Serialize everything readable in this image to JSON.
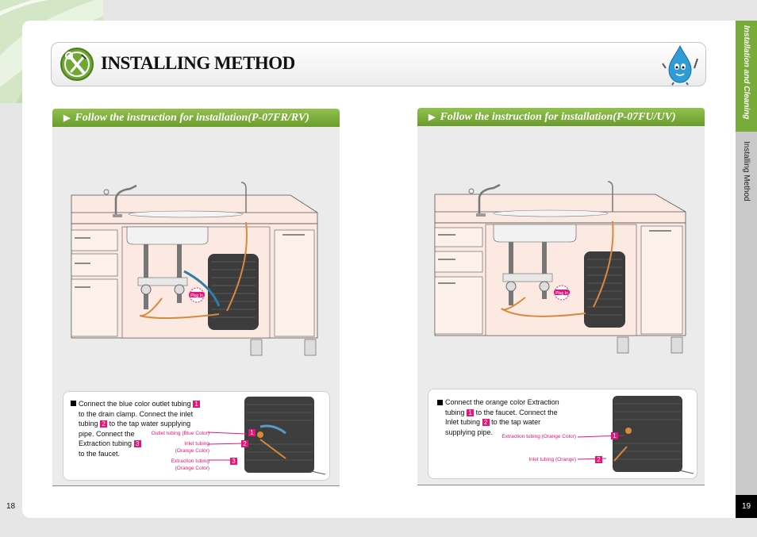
{
  "page_title": "INSTALLING METHOD",
  "side_tab": {
    "section": "Installation and Cleaning",
    "subsection": "Installing Method"
  },
  "page_numbers": {
    "left": "18",
    "right": "19"
  },
  "colors": {
    "accent_green": "#79ab3a",
    "marker_pink": "#e5157c",
    "tube_blue": "#2f7fa8",
    "tube_orange": "#d8893c"
  },
  "icons": [
    "tools-icon",
    "water-drop-mascot-icon"
  ],
  "left": {
    "heading": "Follow the instruction for installation(P-07FR/RV)",
    "plug_label": "Plug In",
    "callout": {
      "p1": "Connect the blue color outlet tubing",
      "p2": "to the drain clamp. Connect the inlet",
      "p3": "tubing",
      "p4": "to the tap water supplying",
      "p5": "pipe. Connect the",
      "p6": "Extraction tubing",
      "p7": "to the faucet.",
      "n1": "1",
      "n2": "2",
      "n3": "3"
    },
    "markers": [
      {
        "label": "Outlet tubing (Blue Color)",
        "num": "1"
      },
      {
        "label": "Inlet tubing (Orange Color)",
        "num": "2"
      },
      {
        "label": "Extraction tubing (Orange Color)",
        "num": "3"
      }
    ]
  },
  "right": {
    "heading": "Follow the instruction for installation(P-07FU/UV)",
    "plug_label": "Plug In",
    "callout": {
      "p1": "Connect the orange color Extraction",
      "p2": "tubing",
      "p3": "to the faucet. Connect the",
      "p4": "Inlet tubing",
      "p5": "to the tap water",
      "p6": "supplying pipe.",
      "n1": "1",
      "n2": "2"
    },
    "markers": [
      {
        "label": "Extraction tubing (Orange Color)",
        "num": "1"
      },
      {
        "label": "Inlet tubing (Orange)",
        "num": "2"
      }
    ]
  }
}
